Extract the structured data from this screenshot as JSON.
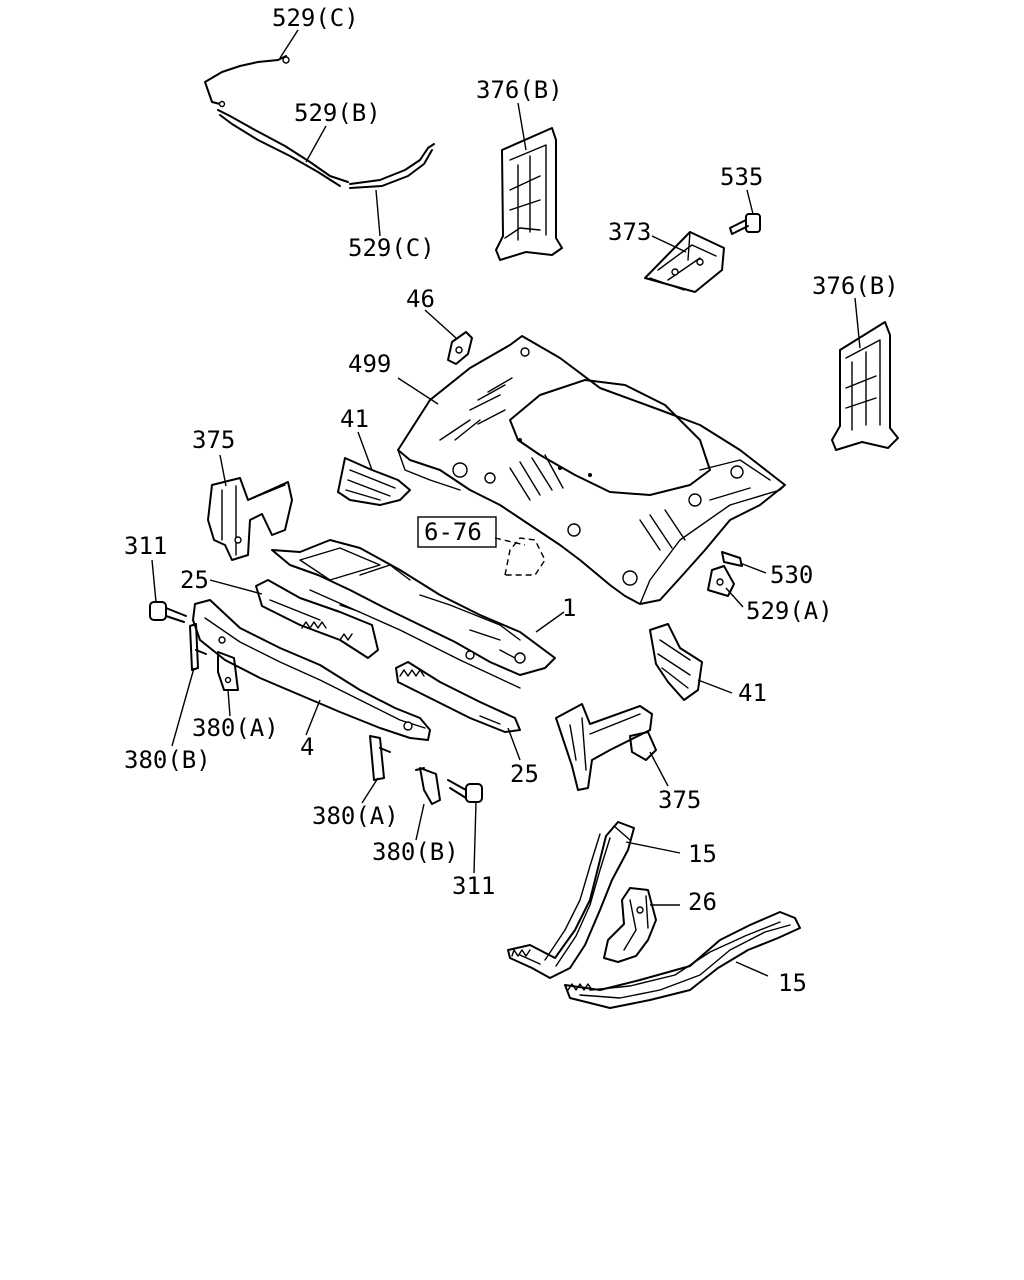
{
  "callouts": {
    "c529c_top": "529(C)",
    "c529b": "529(B)",
    "c529c_bot": "529(C)",
    "c376b_left": "376(B)",
    "c535": "535",
    "c373": "373",
    "c376b_right": "376(B)",
    "c46": "46",
    "c499": "499",
    "c41_left": "41",
    "c375_left": "375",
    "c6_76": "6-76",
    "c311_left": "311",
    "c25_left": "25",
    "c1": "1",
    "c530": "530",
    "c529a": "529(A)",
    "c380a_left": "380(A)",
    "c380b_left": "380(B)",
    "c4": "4",
    "c41_right": "41",
    "c25_right": "25",
    "c375_right": "375",
    "c380a_mid": "380(A)",
    "c380b_mid": "380(B)",
    "c311_mid": "311",
    "c15_top": "15",
    "c26": "26",
    "c15_bot": "15"
  }
}
